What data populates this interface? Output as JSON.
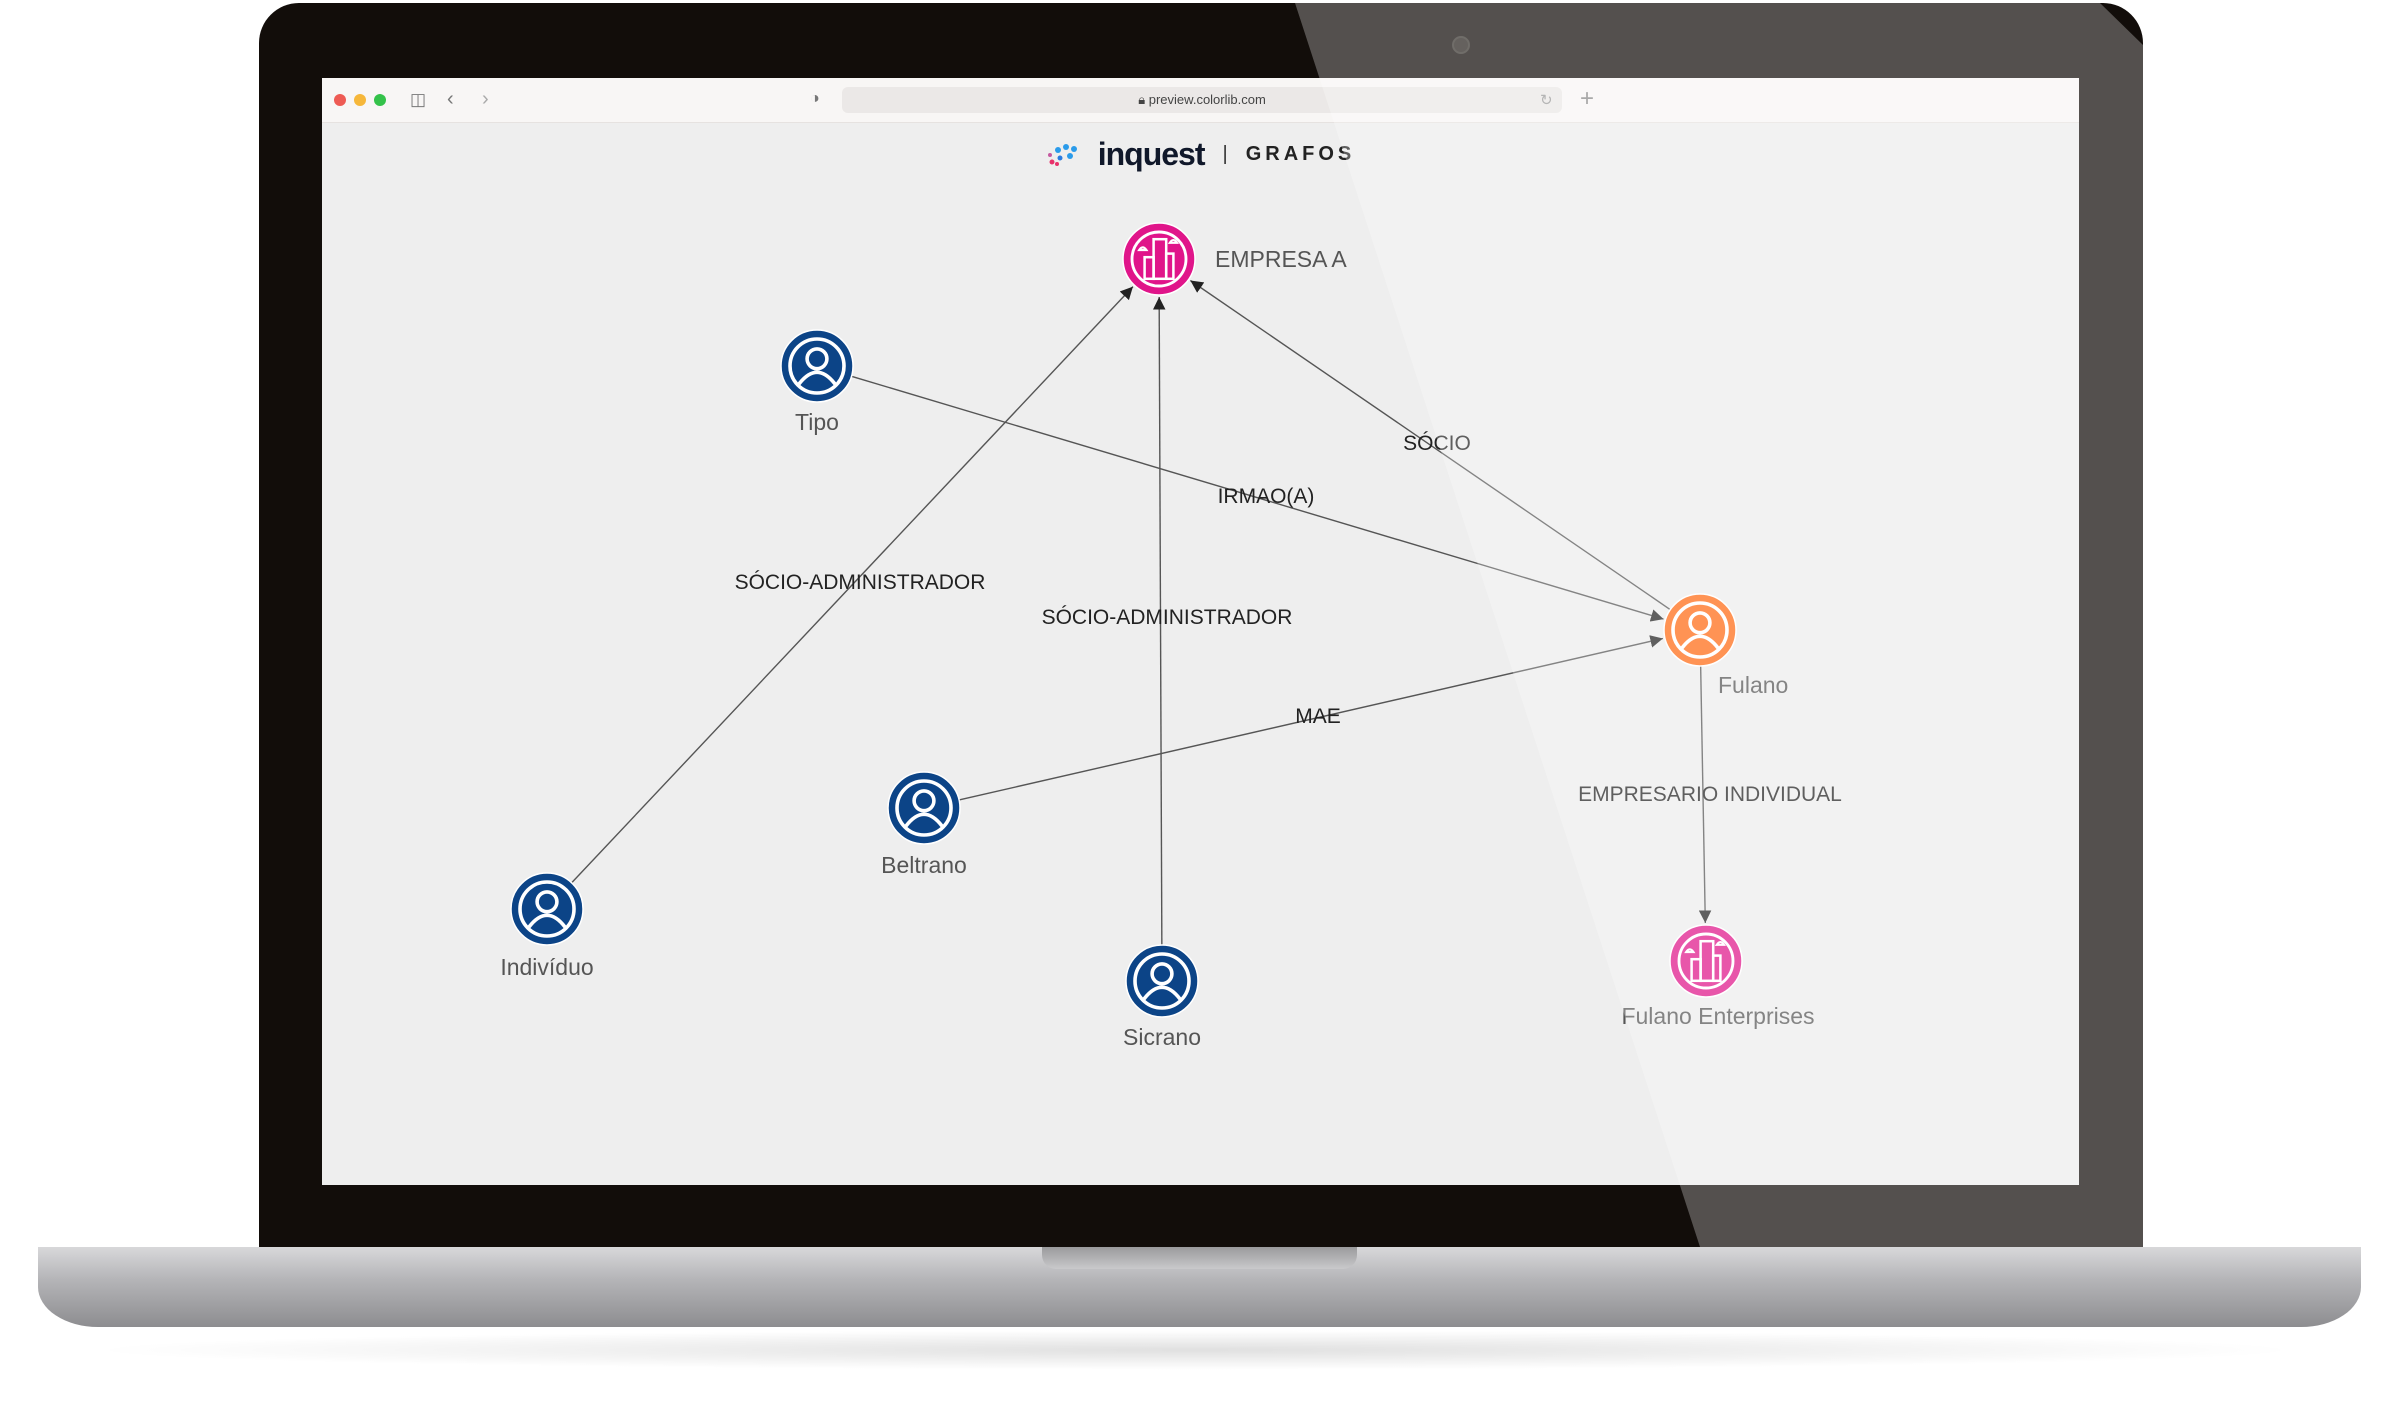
{
  "browser": {
    "url": "preview.colorlib.com",
    "traffic_lights": [
      "#ee5b54",
      "#f6b73a",
      "#34c24a"
    ]
  },
  "header": {
    "logo_text": "inquest",
    "separator": "|",
    "section_title": "GRAFOS"
  },
  "colors": {
    "company": "#e0158a",
    "person": "#0c4487",
    "focus": "#ff6a13"
  },
  "graph": {
    "nodes": [
      {
        "id": "empresa_a",
        "label": "EMPRESA A",
        "type": "company"
      },
      {
        "id": "tipo",
        "label": "Tipo",
        "type": "person"
      },
      {
        "id": "fulano",
        "label": "Fulano",
        "type": "focus"
      },
      {
        "id": "beltrano",
        "label": "Beltrano",
        "type": "person"
      },
      {
        "id": "individuo",
        "label": "Indivíduo",
        "type": "person"
      },
      {
        "id": "sicrano",
        "label": "Sicrano",
        "type": "person"
      },
      {
        "id": "fulano_ent",
        "label": "Fulano Enterprises",
        "type": "company"
      }
    ],
    "edges": [
      {
        "from": "individuo",
        "to": "empresa_a",
        "label": "SÓCIO-ADMINISTRADOR"
      },
      {
        "from": "sicrano",
        "to": "empresa_a",
        "label": "SÓCIO-ADMINISTRADOR"
      },
      {
        "from": "fulano",
        "to": "empresa_a",
        "label": "SÓCIO"
      },
      {
        "from": "tipo",
        "to": "fulano",
        "label": "IRMAO(A)"
      },
      {
        "from": "beltrano",
        "to": "fulano",
        "label": "MAE"
      },
      {
        "from": "fulano",
        "to": "fulano_ent",
        "label": "EMPRESARIO INDIVIDUAL"
      }
    ]
  }
}
